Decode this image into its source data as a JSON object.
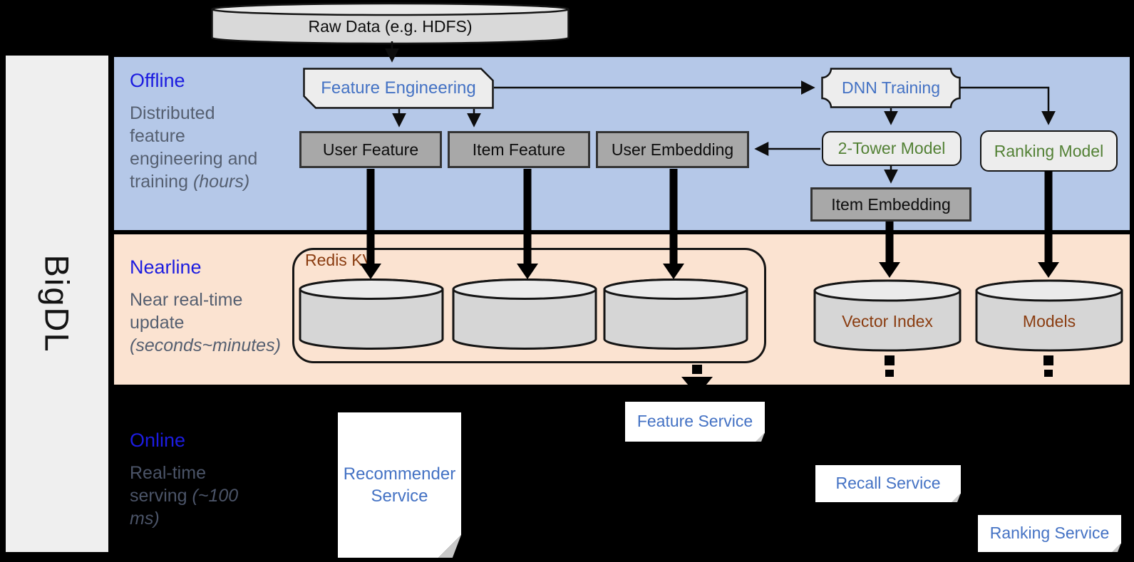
{
  "brand": {
    "label": "BigDL"
  },
  "colors": {
    "offline_band": "#b5c8e8",
    "nearline_band": "#fbe3d1",
    "section_title_blue": "#1c1ce0",
    "node_text_blue": "#4472c4",
    "model_text_green": "#538135",
    "store_text_brown": "#8a3c10",
    "gray_node_fill": "#a8a8a8",
    "background": "#000000"
  },
  "sections": {
    "offline": {
      "title": "Offline",
      "subtitle": "Distributed feature engineering and training",
      "note": "(hours)"
    },
    "nearline": {
      "title": "Nearline",
      "subtitle": "Near real-time update",
      "note": "(seconds~minutes)"
    },
    "online": {
      "title": "Online",
      "subtitle": "Real-time serving",
      "note": "(~100 ms)"
    }
  },
  "nodes": {
    "raw_data": "Raw Data (e.g. HDFS)",
    "feature_engineering": "Feature Engineering",
    "dnn_training": "DNN Training",
    "user_feature": "User Feature",
    "item_feature": "Item Feature",
    "user_embedding": "User Embedding",
    "two_tower_model": "2-Tower Model",
    "ranking_model": "Ranking Model",
    "item_embedding": "Item Embedding",
    "redis_kv": "Redis KV",
    "vector_index": "Vector Index",
    "models": "Models"
  },
  "services": {
    "recommender": "Recommender Service",
    "feature": "Feature Service",
    "recall": "Recall Service",
    "ranking": "Ranking Service"
  }
}
